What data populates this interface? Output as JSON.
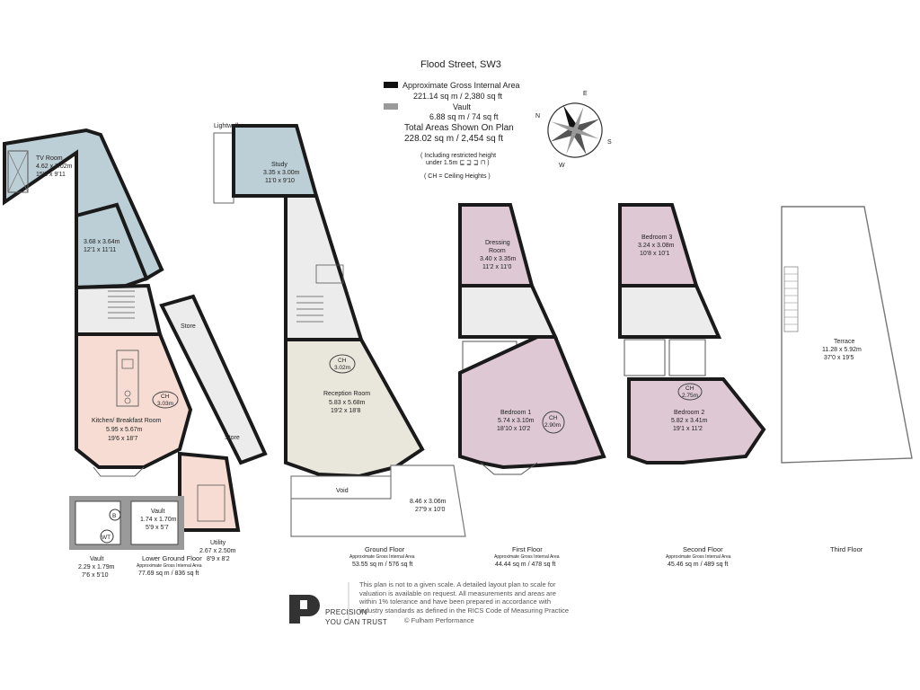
{
  "header": {
    "title": "Flood Street, SW3",
    "legend": [
      {
        "label": "Approximate Gross Internal Area",
        "value": "221.14 sq m  /  2,380 sq ft",
        "color": "#111111"
      },
      {
        "label": "Vault",
        "value": "6.88 sq m  /  74 sq ft",
        "color": "#9a9a9a"
      }
    ],
    "total_label": "Total Areas Shown On Plan",
    "total_value": "228.02 sq m  /  2,454 sq ft",
    "note_restricted_1": "( Including restricted height",
    "note_restricted_2": "under 1.5m ⊑ ⊒ ⊒ ⊓ )",
    "note_ch": "( CH = Ceiling Heights )"
  },
  "compass": {
    "n": "N",
    "e": "E",
    "s": "S",
    "w": "W"
  },
  "colors": {
    "tv_room": "#bccfd6",
    "kitchen": "#f6dcd2",
    "reception": "#e9e6dc",
    "bedroom": "#ddc8d4",
    "vault": "#9a9a9a",
    "wall": "#1a1a1a",
    "floor": "#ececec"
  },
  "floors": {
    "lower": {
      "name": "Lower Ground Floor",
      "sub": "Approximate Gross Internal Area",
      "area": "77.69 sq m  /  836 sq ft",
      "tv_room": {
        "name": "TV Room",
        "dim1": "4.62 x 3.02m",
        "dim2": "15'2 x 9'11"
      },
      "room2": {
        "dim1": "3.68 x 3.64m",
        "dim2": "12'1 x 11'11"
      },
      "store1": "Store",
      "store2": "Store",
      "kitchen": {
        "name": "Kitchen/ Breakfast Room",
        "dim1": "5.95 x 5.67m",
        "dim2": "19'6 x 18'7"
      },
      "ch": {
        "label": "CH",
        "value": "3.03m"
      },
      "vault1": {
        "name": "Vault",
        "dim1": "2.29 x 1.79m",
        "dim2": "7'6 x 5'10"
      },
      "vault2": {
        "name": "Vault",
        "dim1": "1.74 x 1.70m",
        "dim2": "5'9 x 5'7"
      },
      "utility": {
        "name": "Utility",
        "dim1": "2.67 x 2.50m",
        "dim2": "8'9 x 8'2"
      },
      "b_label": "B",
      "wt_label": "WT"
    },
    "ground": {
      "name": "Ground Floor",
      "sub": "Approximate Gross Internal Area",
      "area": "53.55 sq m  /  576 sq ft",
      "lightwell": "Lightwell",
      "study": {
        "name": "Study",
        "dim1": "3.35 x 3.00m",
        "dim2": "11'0 x 9'10"
      },
      "reception": {
        "name": "Reception Room",
        "dim1": "5.83 x 5.68m",
        "dim2": "19'2 x 18'8"
      },
      "ch": {
        "label": "CH",
        "value": "3.02m"
      },
      "void": "Void",
      "terrace": {
        "dim1": "8.46 x 3.06m",
        "dim2": "27'9 x 10'0"
      }
    },
    "first": {
      "name": "First Floor",
      "sub": "Approximate Gross Internal Area",
      "area": "44.44 sq m  /  478 sq ft",
      "dressing": {
        "name1": "Dressing",
        "name2": "Room",
        "dim1": "3.40 x 3.35m",
        "dim2": "11'2 x 11'0"
      },
      "bedroom1": {
        "name": "Bedroom 1",
        "dim1": "5.74 x 3.10m",
        "dim2": "18'10 x 10'2"
      },
      "ch": {
        "label": "CH",
        "value": "2.90m"
      }
    },
    "second": {
      "name": "Second Floor",
      "sub": "Approximate Gross Internal Area",
      "area": "45.46 sq m  /  489 sq ft",
      "bedroom3": {
        "name": "Bedroom 3",
        "dim1": "3.24 x 3.08m",
        "dim2": "10'8 x 10'1"
      },
      "bedroom2": {
        "name": "Bedroom 2",
        "dim1": "5.82 x 3.41m",
        "dim2": "19'1 x 11'2"
      },
      "ch": {
        "label": "CH",
        "value": "2.75m"
      }
    },
    "third": {
      "name": "Third Floor",
      "terrace": {
        "name": "Terrace",
        "dim1": "11.28 x 5.92m",
        "dim2": "37'0 x 19'5"
      }
    }
  },
  "footer": {
    "brand_1": "PRECISION",
    "brand_2": "YOU CAN TRUST",
    "disclaimer": [
      "This plan is not to a given scale. A detailed layout plan to scale for",
      "valuation is available on request. All measurements and areas are",
      "within 1% tolerance and have been prepared in accordance with",
      "industry standards as defined in the RICS Code of Measuring Practice"
    ],
    "copyright": "© Fulham Performance"
  }
}
